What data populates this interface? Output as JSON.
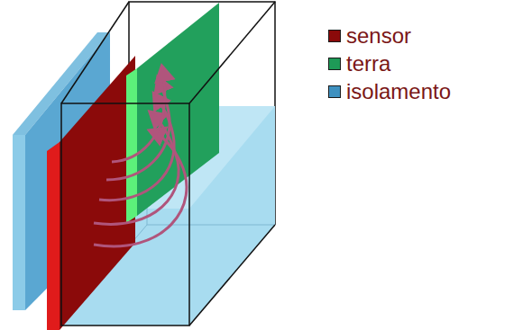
{
  "diagram": {
    "legend": [
      {
        "text": "sensor",
        "color": "#8b0a0a"
      },
      {
        "text": "terra",
        "color": "#1e9a57"
      },
      {
        "text": "isolamento",
        "color": "#3f91c0"
      }
    ]
  }
}
